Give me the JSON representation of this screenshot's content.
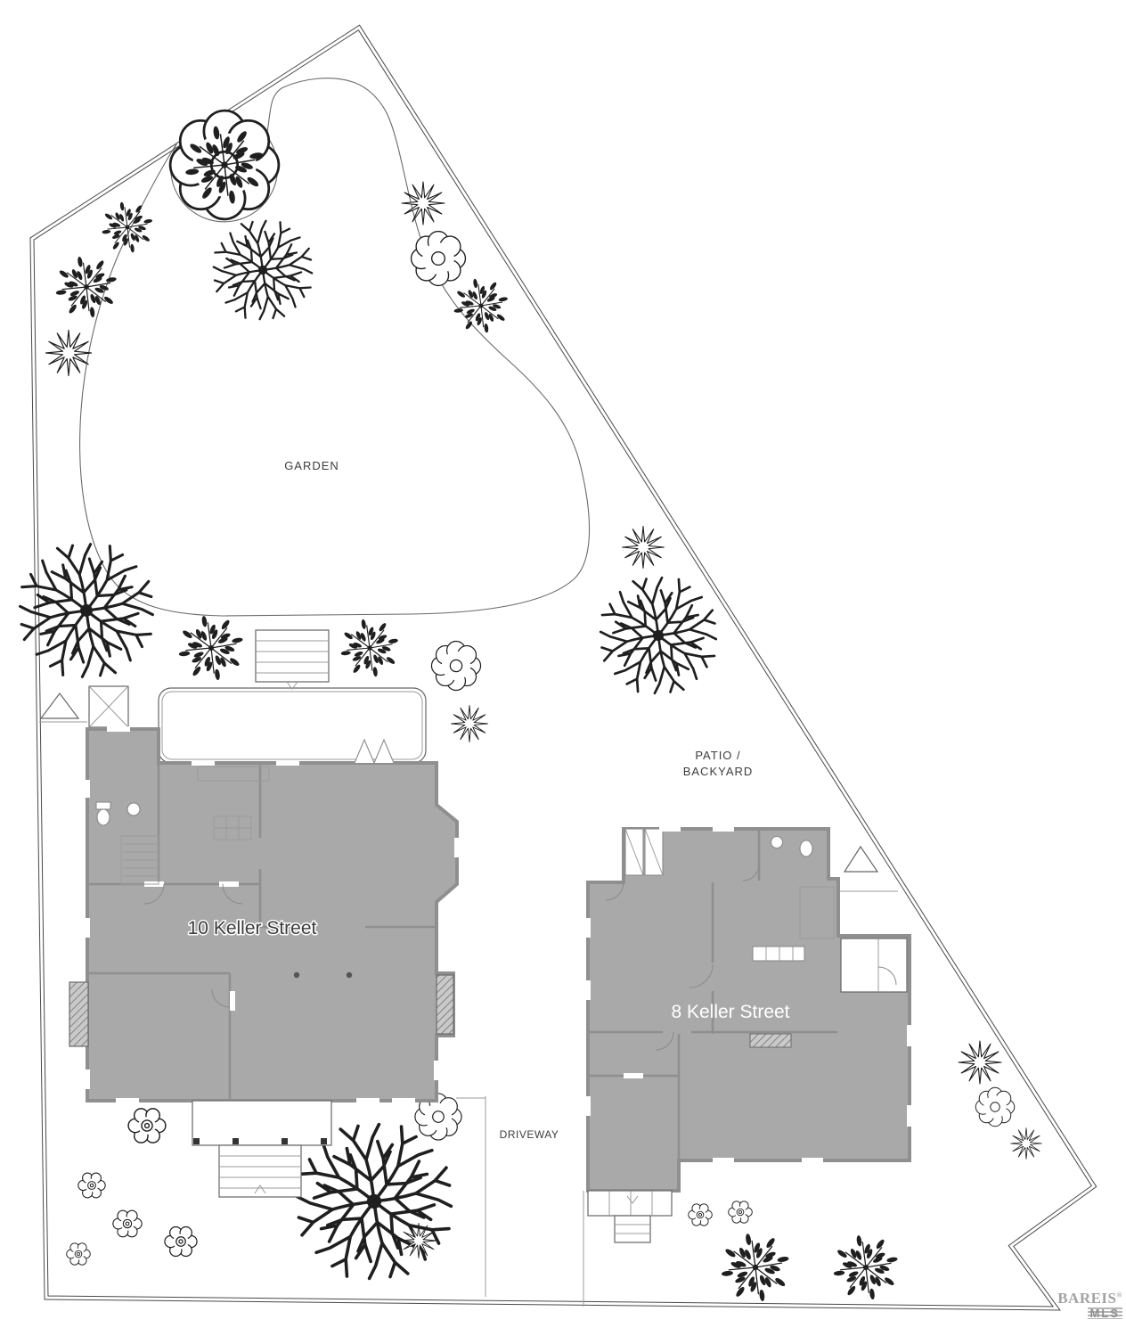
{
  "labels": {
    "garden": "GARDEN",
    "patio_line1": "PATIO /",
    "patio_line2": "BACKYARD",
    "driveway": "DRIVEWAY",
    "house_10": "10 Keller Street",
    "house_8": "8 Keller Street"
  },
  "watermark": {
    "brand": "BAREIS",
    "registered": "®",
    "sub": "MLS"
  },
  "colors": {
    "building_fill": "#a9a9a9",
    "building_wall": "#8f8f8f",
    "boundary_line": "#4a4a4a",
    "tree_line": "#1f1f1f",
    "label_dark": "#3c3c3c",
    "label_light": "#ffffff",
    "watermark_gray": "#a3a3a3"
  }
}
